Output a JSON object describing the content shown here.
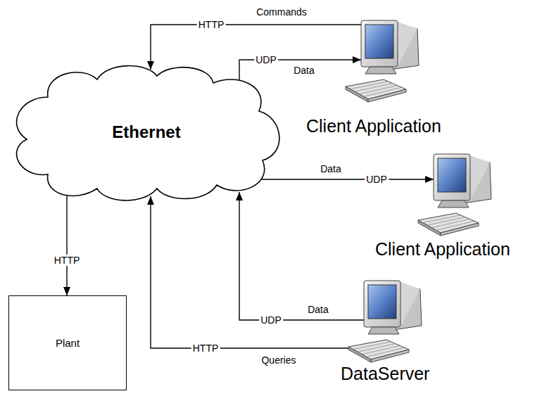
{
  "diagram": {
    "nodes": [
      {
        "text": [
          "Ethernet"
        ]
      },
      {
        "text": [
          "Client Application"
        ]
      },
      {
        "text": [
          "Client Application"
        ]
      },
      {
        "text": [
          "DataServer"
        ]
      },
      {
        "text": [
          "Plant"
        ]
      }
    ],
    "edges": [
      {
        "from": 1,
        "to": 0,
        "arrow": "to",
        "label": "HTTP"
      },
      {
        "from": 0,
        "to": 1,
        "arrow": "to",
        "label": "UDP"
      },
      {
        "from": 0,
        "to": 2,
        "arrow": "to",
        "label": "UDP"
      },
      {
        "from": 3,
        "to": 0,
        "arrow": "to",
        "label": "UDP"
      },
      {
        "from": 3,
        "to": 0,
        "arrow": "to",
        "label": "HTTP"
      },
      {
        "from": 0,
        "to": 4,
        "arrow": "to",
        "label": "HTTP"
      }
    ],
    "labels": [
      "Commands",
      "Data",
      "Data",
      "Data",
      "Queries"
    ]
  }
}
